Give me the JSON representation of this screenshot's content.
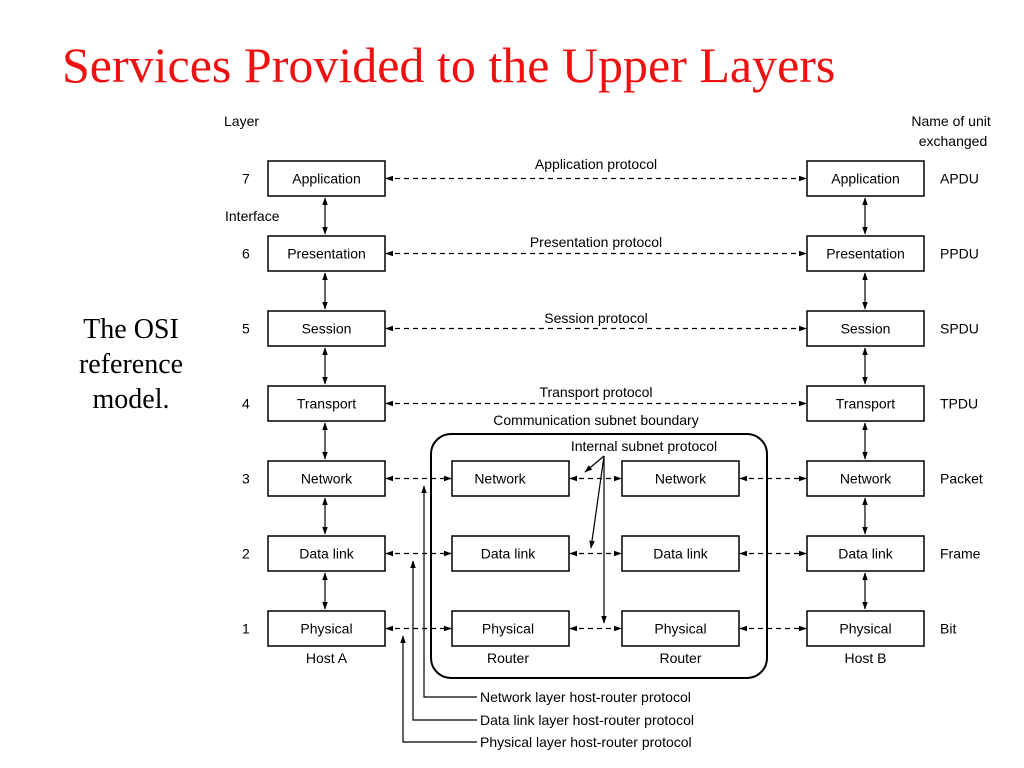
{
  "title": "Services Provided to the Upper Layers",
  "caption": [
    "The OSI",
    "reference",
    "model."
  ],
  "diagram": {
    "layer_heading": "Layer",
    "unit_heading": [
      "Name of unit",
      "exchanged"
    ],
    "interface_label": "Interface",
    "layers": [
      {
        "number": "7",
        "name": "Application",
        "unit": "APDU",
        "protocol": "Application protocol"
      },
      {
        "number": "6",
        "name": "Presentation",
        "unit": "PPDU",
        "protocol": "Presentation protocol"
      },
      {
        "number": "5",
        "name": "Session",
        "unit": "SPDU",
        "protocol": "Session protocol"
      },
      {
        "number": "4",
        "name": "Transport",
        "unit": "TPDU",
        "protocol": "Transport protocol"
      },
      {
        "number": "3",
        "name": "Network",
        "unit": "Packet"
      },
      {
        "number": "2",
        "name": "Data link",
        "unit": "Frame"
      },
      {
        "number": "1",
        "name": "Physical",
        "unit": "Bit"
      }
    ],
    "host_a": "Host A",
    "host_b": "Host B",
    "router": "Router",
    "subnet_boundary": "Communication subnet boundary",
    "internal_protocol": "Internal subnet protocol",
    "host_router_protocols": [
      "Network layer host-router protocol",
      "Data link layer host-router protocol",
      "Physical layer host-router protocol"
    ]
  }
}
